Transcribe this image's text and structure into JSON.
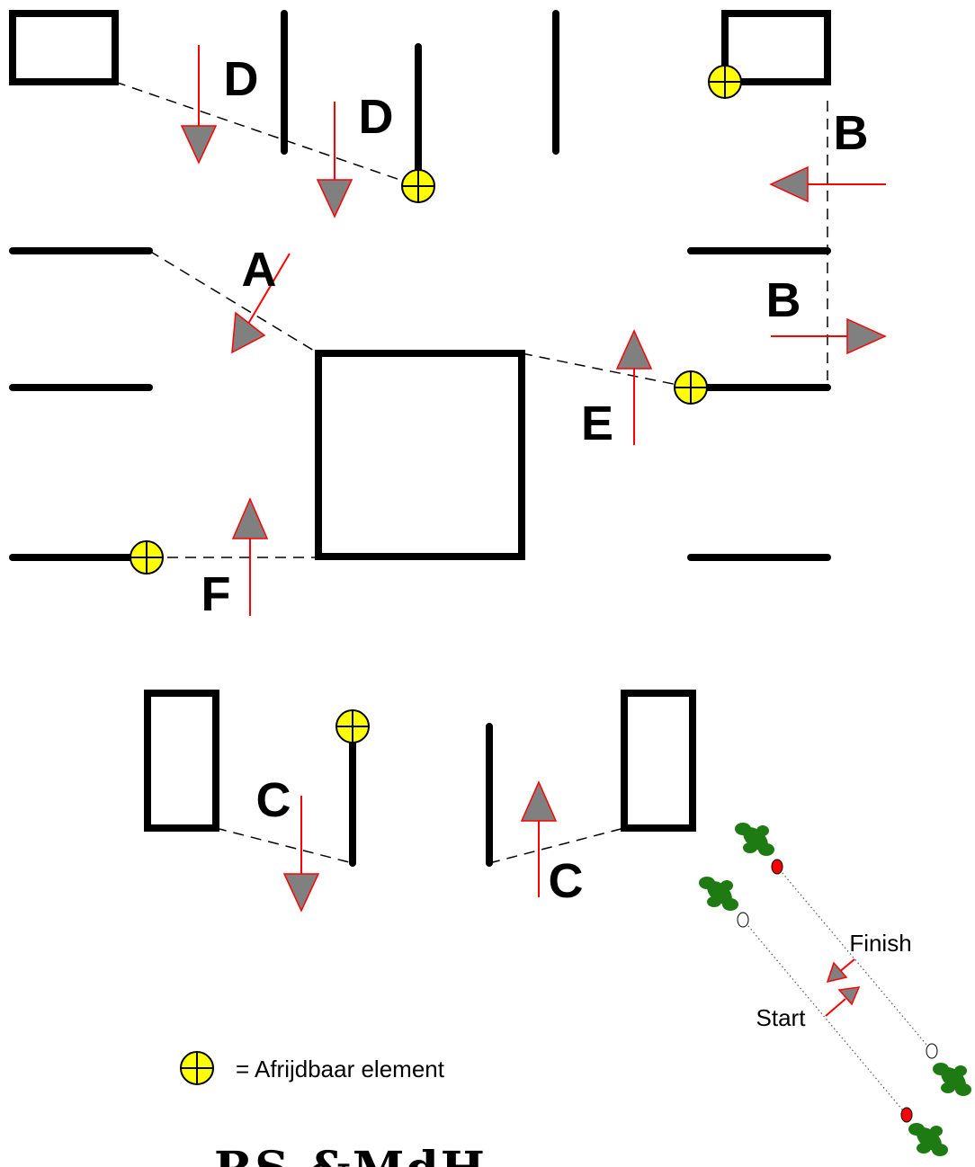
{
  "labels": {
    "A": "A",
    "B": "B",
    "C": "C",
    "D": "D",
    "E": "E",
    "F": "F"
  },
  "start_finish": {
    "finish": "Finish",
    "start": "Start"
  },
  "legend": {
    "symbol": "marker-icon",
    "text": "= Afrijdbaar element"
  },
  "signature": "RS &MdH",
  "colors": {
    "walls": "#000000",
    "arrow_line": "#ff0000",
    "arrow_head": "#808080",
    "marker": "#ffff00",
    "trees": "#1e7a12",
    "start_flag": "#ffffff",
    "finish_flag": "#ff0000"
  }
}
